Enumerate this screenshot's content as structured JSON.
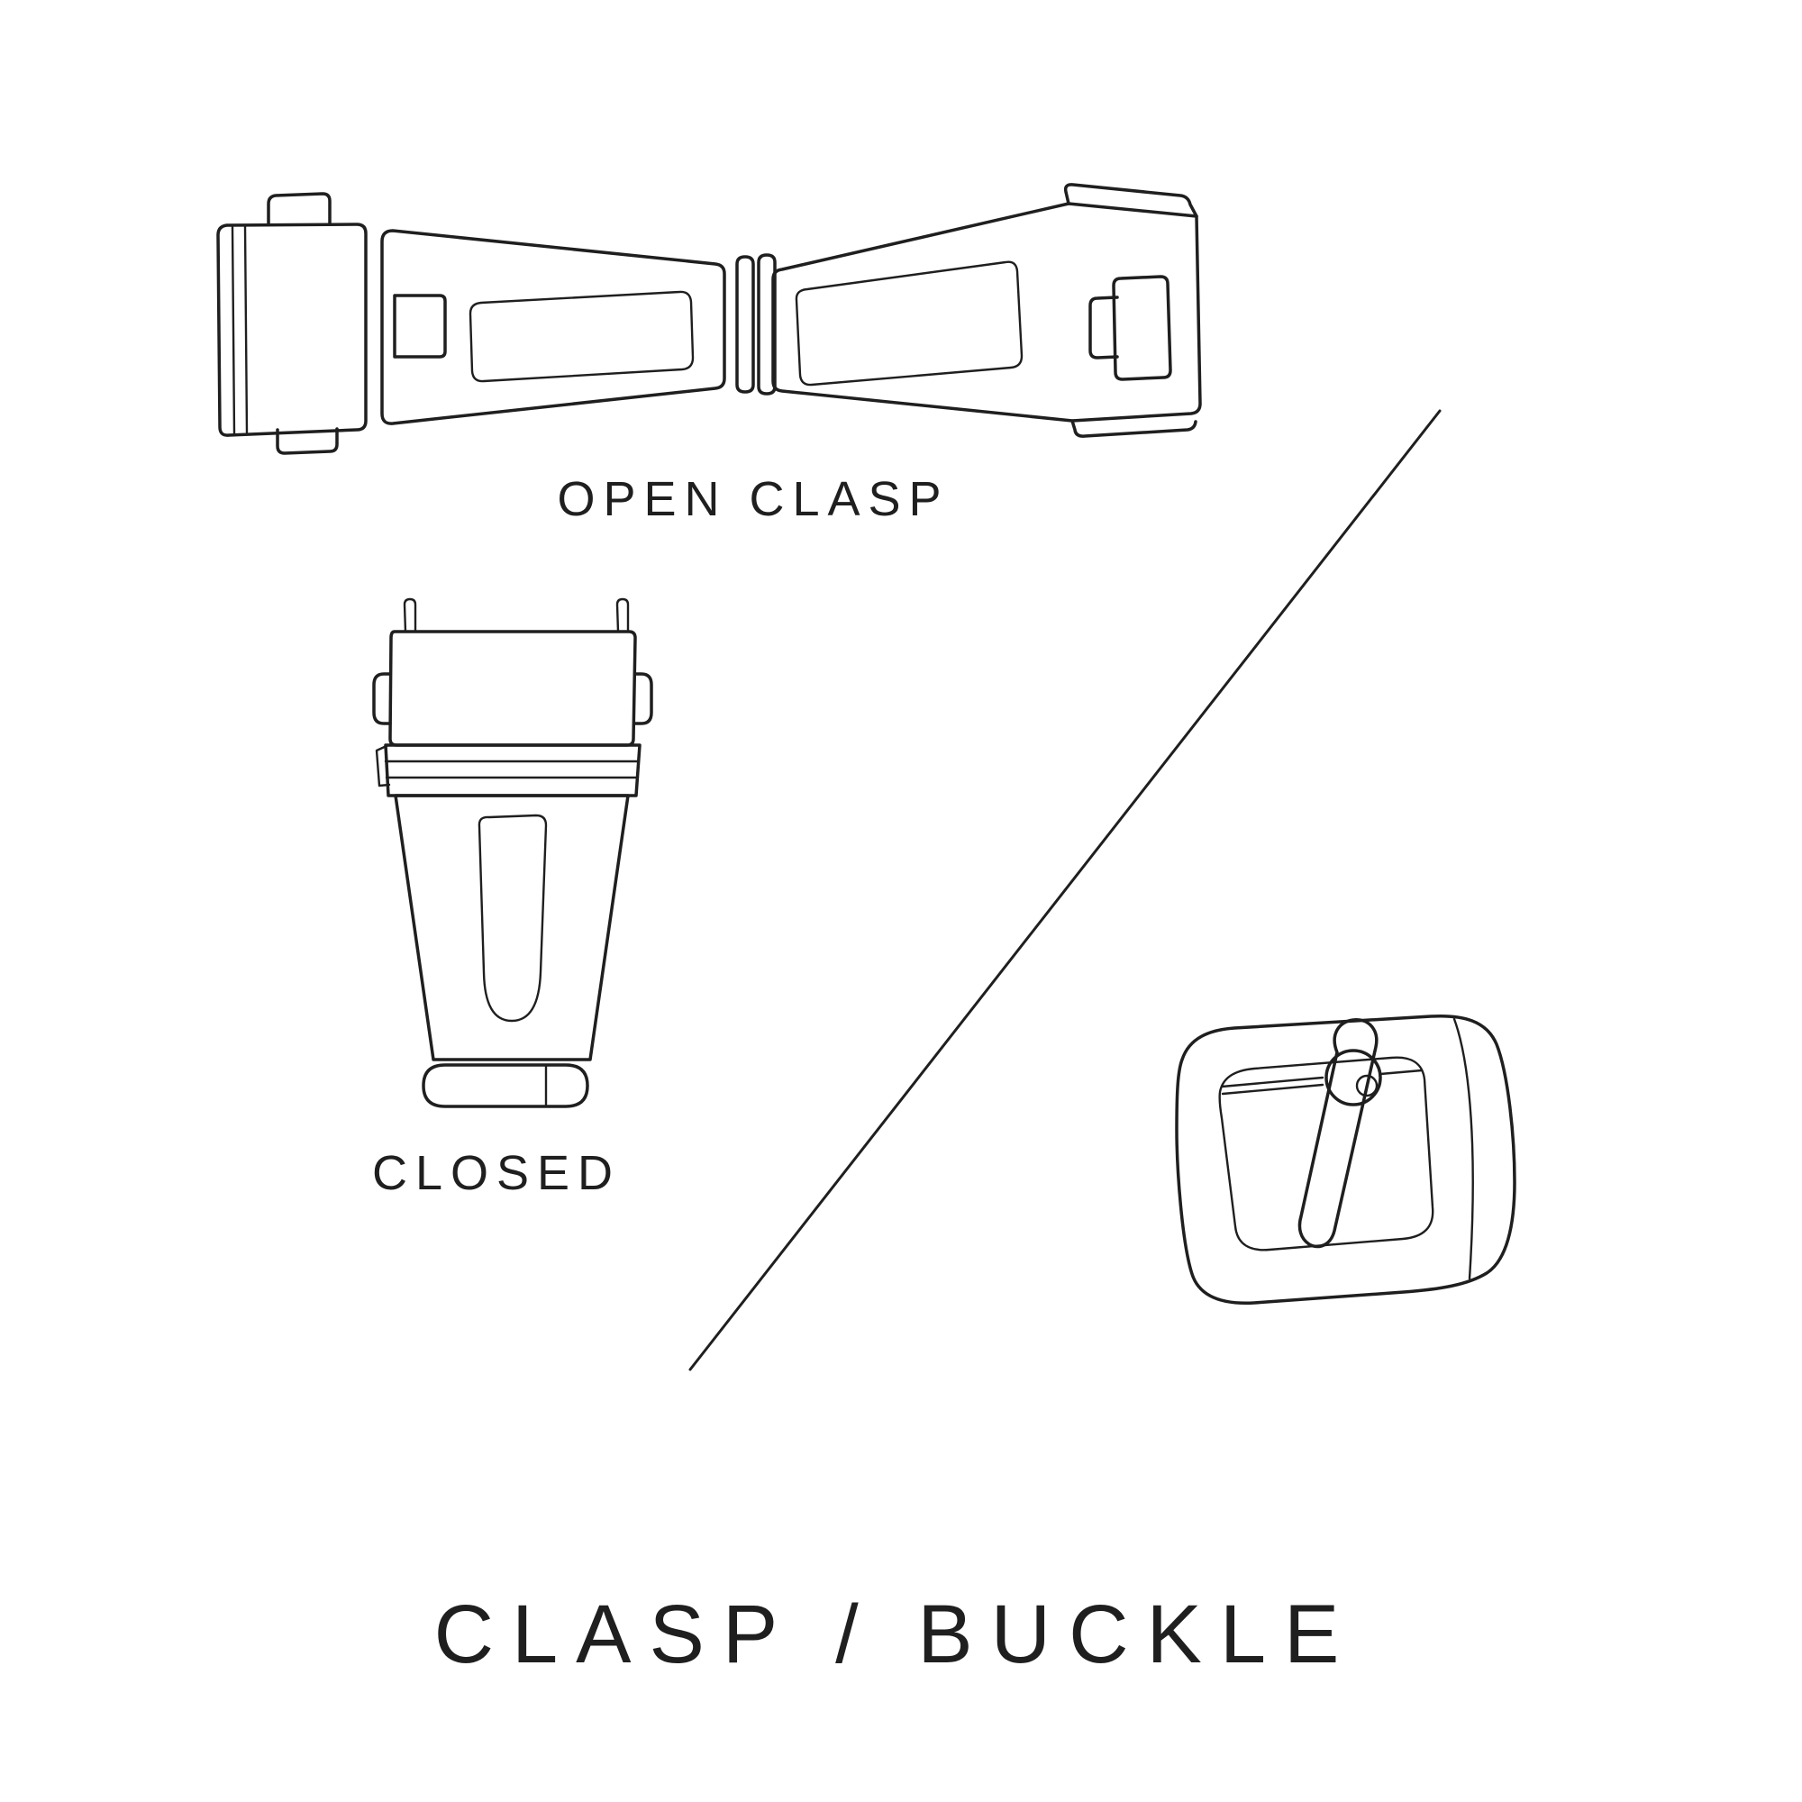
{
  "theme": {
    "background": "#ffffff",
    "ink": "#1f1f1f"
  },
  "labels": {
    "open_clasp": "OPEN CLASP",
    "closed": "CLOSED"
  },
  "title": "CLASP / BUCKLE",
  "illustrations": {
    "open_clasp": "open-clasp-line-drawing",
    "closed_clasp": "closed-clasp-line-drawing",
    "tang_buckle": "tang-buckle-line-drawing",
    "divider": "diagonal-divider-line"
  }
}
